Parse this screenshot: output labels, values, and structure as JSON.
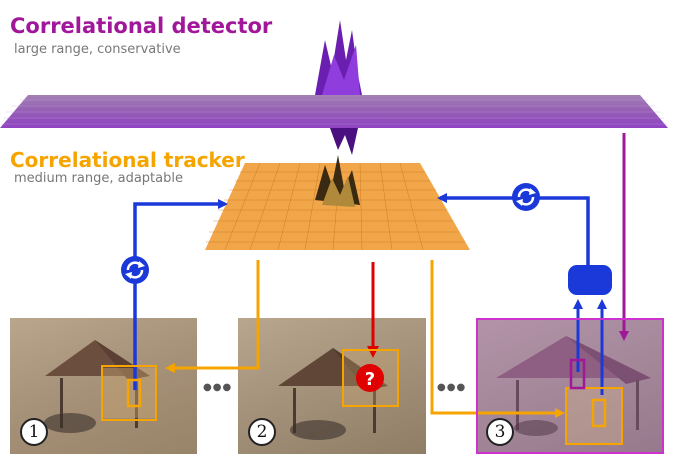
{
  "detector": {
    "title": "Correlational detector",
    "subtitle": "large range, conservative"
  },
  "tracker": {
    "title": "Correlational tracker",
    "subtitle": "medium range, adaptable"
  },
  "frames": [
    {
      "number": "1"
    },
    {
      "number": "2"
    },
    {
      "number": "3"
    }
  ],
  "ellipsis": "●●●",
  "question_mark": "?",
  "colors": {
    "detector": "#a0179a",
    "tracker": "#f5a400",
    "blue": "#1a39d8",
    "red": "#e00000",
    "gray_text": "#777777"
  },
  "icons": [
    "refresh-icon",
    "question-icon",
    "circled-number-icon"
  ]
}
